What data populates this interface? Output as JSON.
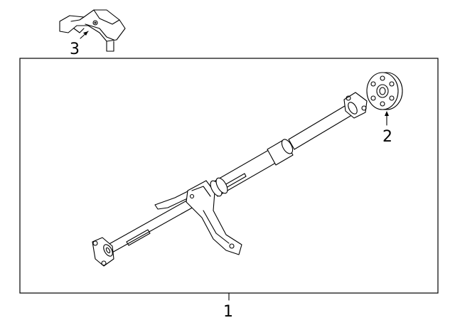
{
  "callouts": [
    {
      "number": "1",
      "part": "drive-shaft"
    },
    {
      "number": "2",
      "part": "flex-disc"
    },
    {
      "number": "3",
      "part": "heat-shield"
    }
  ],
  "colors": {
    "line": "#000000",
    "background": "#ffffff"
  }
}
